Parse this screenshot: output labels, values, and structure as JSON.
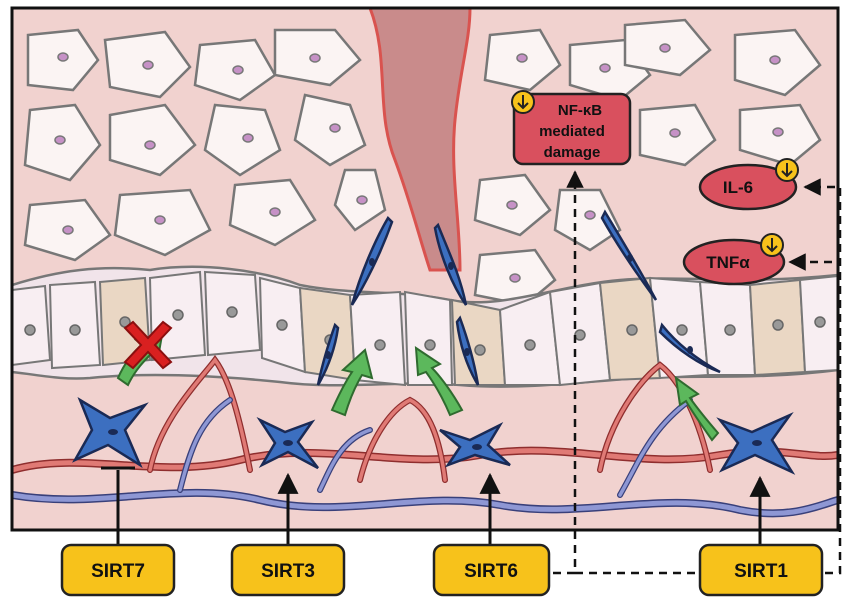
{
  "diagram": {
    "boxes": {
      "sirt7": "SIRT7",
      "sirt3": "SIRT3",
      "sirt6": "SIRT6",
      "sirt1": "SIRT1"
    },
    "cytokines": {
      "il6": "IL-6",
      "tnfa": "TNFα"
    },
    "nfkb": {
      "line1": "NF-κB",
      "line2": "mediated",
      "line3": "damage"
    },
    "colors": {
      "tissue": "#f1d2cf",
      "vessel_red": "#d9534f",
      "vessel_blue": "#7b86c6",
      "stem_cell": "#3c6fc0",
      "arrow_green": "#5cb85c",
      "box_yellow": "#f7c21b",
      "cytokine_red": "#d9505e",
      "inhibit_x": "#d92020"
    }
  }
}
